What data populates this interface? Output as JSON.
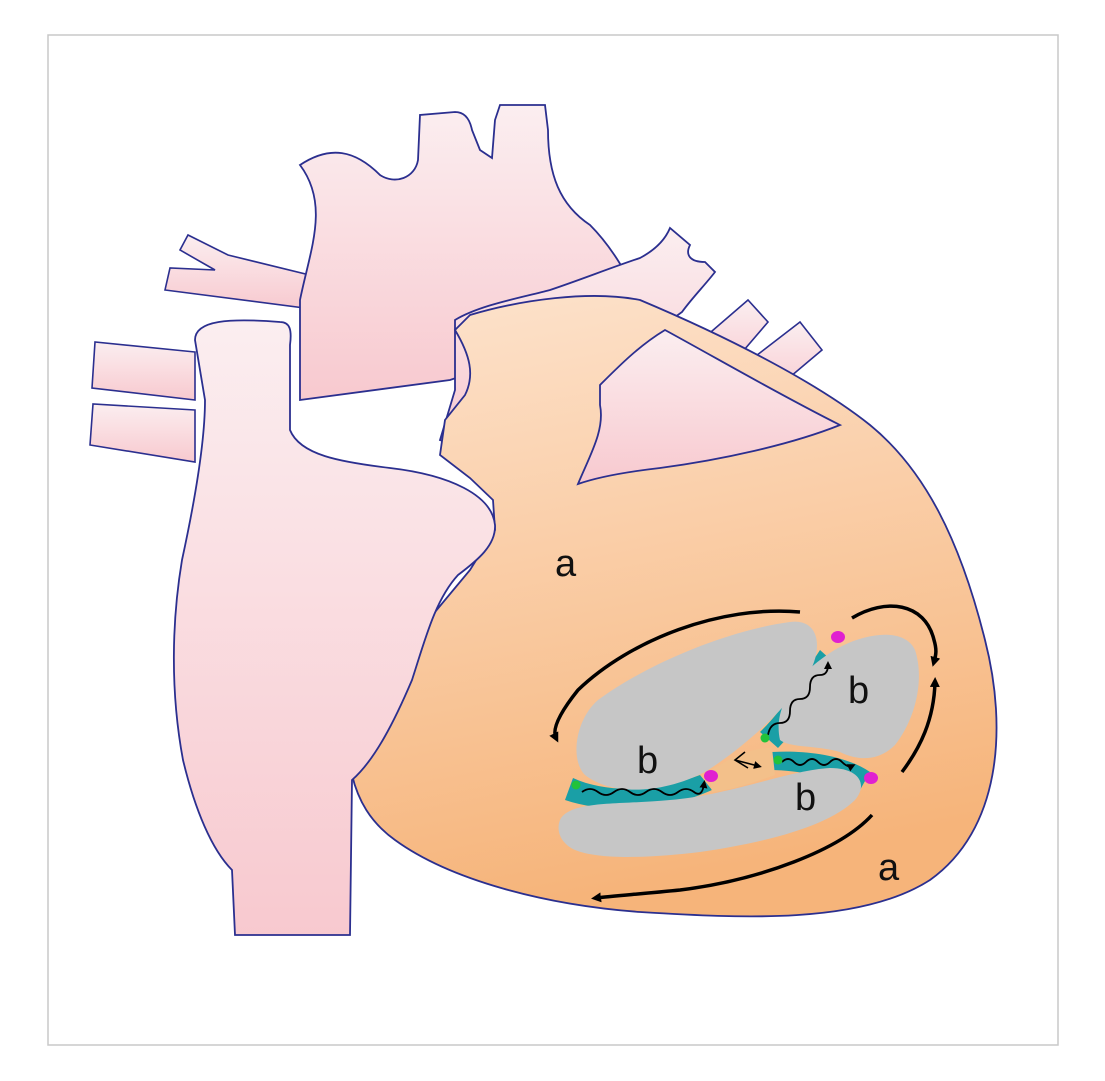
{
  "labels": {
    "region_outer_top": "a",
    "region_outer_bottom": "a",
    "block_left": "b",
    "block_right": "b",
    "block_bottom": "b"
  },
  "colors": {
    "background": "#ffffff",
    "frame_border": "#c8c8c8",
    "outline": "#2b2f8f",
    "vessel_fill_top": "#fbeef0",
    "vessel_fill_bottom": "#f8c9cf",
    "ventricle_fill_top": "#fde3cd",
    "ventricle_fill_bottom": "#f6b47a",
    "block_fill": "#c6c6c6",
    "channel_fill": "#1a9fa6",
    "gap_fill": "#f3c08a",
    "dot_magenta": "#e020d0",
    "dot_green": "#22c23a",
    "arrow": "#000000"
  },
  "icons": {
    "arrows": "curved-arrow",
    "dots": "circle-marker",
    "wavy_paths": "wavy-arrow"
  }
}
